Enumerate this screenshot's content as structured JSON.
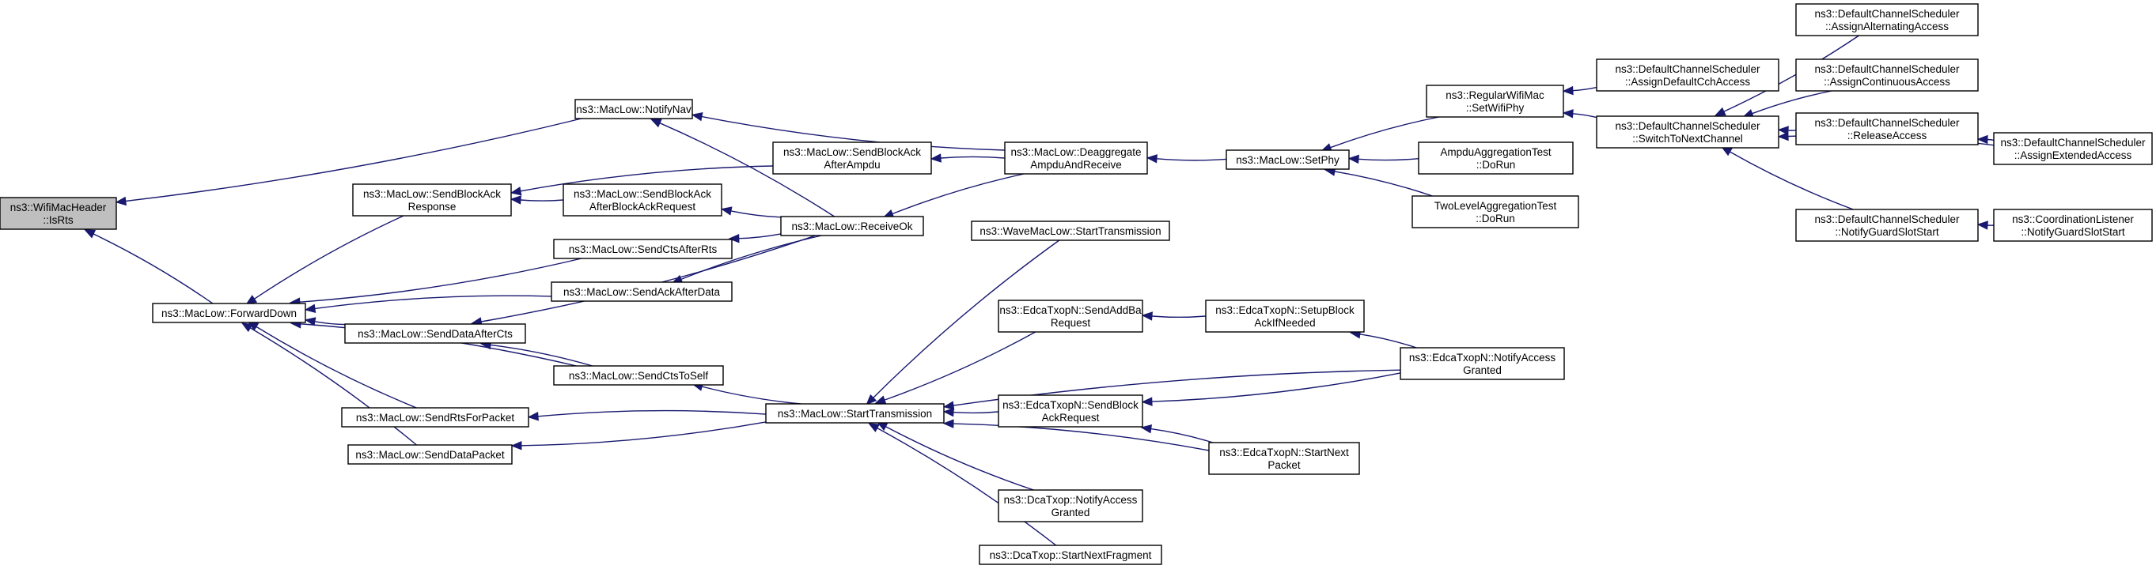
{
  "nodes": [
    {
      "id": "isrts",
      "lines": [
        "ns3::WifiMacHeader",
        "::IsRts"
      ],
      "root": true
    },
    {
      "id": "forwarddown",
      "lines": [
        "ns3::MacLow::ForwardDown"
      ]
    },
    {
      "id": "notifynav",
      "lines": [
        "ns3::MacLow::NotifyNav"
      ]
    },
    {
      "id": "sendblockackresp",
      "lines": [
        "ns3::MacLow::SendBlockAck",
        "Response"
      ]
    },
    {
      "id": "sendblockackafterreq",
      "lines": [
        "ns3::MacLow::SendBlockAck",
        "AfterBlockAckRequest"
      ]
    },
    {
      "id": "sendblockackafterampdu",
      "lines": [
        "ns3::MacLow::SendBlockAck",
        "AfterAmpdu"
      ]
    },
    {
      "id": "sendctsafterrts",
      "lines": [
        "ns3::MacLow::SendCtsAfterRts"
      ]
    },
    {
      "id": "sendackafterdata",
      "lines": [
        "ns3::MacLow::SendAckAfterData"
      ]
    },
    {
      "id": "senddataaftercts",
      "lines": [
        "ns3::MacLow::SendDataAfterCts"
      ]
    },
    {
      "id": "sendctstoself",
      "lines": [
        "ns3::MacLow::SendCtsToSelf"
      ]
    },
    {
      "id": "sendrtsforpacket",
      "lines": [
        "ns3::MacLow::SendRtsForPacket"
      ]
    },
    {
      "id": "senddatapacket",
      "lines": [
        "ns3::MacLow::SendDataPacket"
      ]
    },
    {
      "id": "receiveok",
      "lines": [
        "ns3::MacLow::ReceiveOk"
      ]
    },
    {
      "id": "deaggregate",
      "lines": [
        "ns3::MacLow::Deaggregate",
        "AmpduAndReceive"
      ]
    },
    {
      "id": "setphy",
      "lines": [
        "ns3::MacLow::SetPhy"
      ]
    },
    {
      "id": "regularsetwifiphy",
      "lines": [
        "ns3::RegularWifiMac",
        "::SetWifiPhy"
      ]
    },
    {
      "id": "ampdutest",
      "lines": [
        "AmpduAggregationTest",
        "::DoRun"
      ]
    },
    {
      "id": "twoleveltest",
      "lines": [
        "TwoLevelAggregationTest",
        "::DoRun"
      ]
    },
    {
      "id": "assigndefaultcch",
      "lines": [
        "ns3::DefaultChannelScheduler",
        "::AssignDefaultCchAccess"
      ]
    },
    {
      "id": "switchtonext",
      "lines": [
        "ns3::DefaultChannelScheduler",
        "::SwitchToNextChannel"
      ]
    },
    {
      "id": "assignalternating",
      "lines": [
        "ns3::DefaultChannelScheduler",
        "::AssignAlternatingAccess"
      ]
    },
    {
      "id": "assigncontinuous",
      "lines": [
        "ns3::DefaultChannelScheduler",
        "::AssignContinuousAccess"
      ]
    },
    {
      "id": "releaseaccess",
      "lines": [
        "ns3::DefaultChannelScheduler",
        "::ReleaseAccess"
      ]
    },
    {
      "id": "assignextended",
      "lines": [
        "ns3::DefaultChannelScheduler",
        "::AssignExtendedAccess"
      ]
    },
    {
      "id": "notifyguardslot",
      "lines": [
        "ns3::DefaultChannelScheduler",
        "::NotifyGuardSlotStart"
      ]
    },
    {
      "id": "coordnotifyguard",
      "lines": [
        "ns3::CoordinationListener",
        "::NotifyGuardSlotStart"
      ]
    },
    {
      "id": "starttransmission",
      "lines": [
        "ns3::MacLow::StartTransmission"
      ]
    },
    {
      "id": "wavestarttx",
      "lines": [
        "ns3::WaveMacLow::StartTransmission"
      ]
    },
    {
      "id": "sendaddba",
      "lines": [
        "ns3::EdcaTxopN::SendAddBa",
        "Request"
      ]
    },
    {
      "id": "setupblockack",
      "lines": [
        "ns3::EdcaTxopN::SetupBlock",
        "AckIfNeeded"
      ]
    },
    {
      "id": "edcanotifyaccess",
      "lines": [
        "ns3::EdcaTxopN::NotifyAccess",
        "Granted"
      ]
    },
    {
      "id": "edcasendblockackreq",
      "lines": [
        "ns3::EdcaTxopN::SendBlock",
        "AckRequest"
      ]
    },
    {
      "id": "edcastartnext",
      "lines": [
        "ns3::EdcaTxopN::StartNext",
        "Packet"
      ]
    },
    {
      "id": "dcanotifyaccess",
      "lines": [
        "ns3::DcaTxop::NotifyAccess",
        "Granted"
      ]
    },
    {
      "id": "dcastartnextfrag",
      "lines": [
        "ns3::DcaTxop::StartNextFragment"
      ]
    }
  ],
  "edges": [
    {
      "from": "forwarddown",
      "to": "isrts"
    },
    {
      "from": "notifynav",
      "to": "isrts"
    },
    {
      "from": "sendblockackresp",
      "to": "forwarddown"
    },
    {
      "from": "sendctsafterrts",
      "to": "forwarddown"
    },
    {
      "from": "sendackafterdata",
      "to": "forwarddown"
    },
    {
      "from": "senddataaftercts",
      "to": "forwarddown"
    },
    {
      "from": "sendctstoself",
      "to": "forwarddown"
    },
    {
      "from": "sendrtsforpacket",
      "to": "forwarddown"
    },
    {
      "from": "senddatapacket",
      "to": "forwarddown"
    },
    {
      "from": "deaggregate",
      "to": "notifynav"
    },
    {
      "from": "receiveok",
      "to": "notifynav"
    },
    {
      "from": "sendblockackafterreq",
      "to": "sendblockackresp"
    },
    {
      "from": "sendblockackafterampdu",
      "to": "sendblockackresp"
    },
    {
      "from": "receiveok",
      "to": "sendblockackafterreq"
    },
    {
      "from": "deaggregate",
      "to": "sendblockackafterampdu"
    },
    {
      "from": "receiveok",
      "to": "sendctsafterrts"
    },
    {
      "from": "receiveok",
      "to": "sendackafterdata"
    },
    {
      "from": "receiveok",
      "to": "senddataaftercts"
    },
    {
      "from": "sendctstoself",
      "to": "senddataaftercts"
    },
    {
      "from": "starttransmission",
      "to": "sendctstoself"
    },
    {
      "from": "starttransmission",
      "to": "sendrtsforpacket"
    },
    {
      "from": "starttransmission",
      "to": "senddatapacket"
    },
    {
      "from": "deaggregate",
      "to": "receiveok"
    },
    {
      "from": "setphy",
      "to": "deaggregate"
    },
    {
      "from": "regularsetwifiphy",
      "to": "setphy"
    },
    {
      "from": "ampdutest",
      "to": "setphy"
    },
    {
      "from": "twoleveltest",
      "to": "setphy"
    },
    {
      "from": "assigndefaultcch",
      "to": "regularsetwifiphy"
    },
    {
      "from": "switchtonext",
      "to": "regularsetwifiphy"
    },
    {
      "from": "assignalternating",
      "to": "switchtonext"
    },
    {
      "from": "assigncontinuous",
      "to": "switchtonext"
    },
    {
      "from": "releaseaccess",
      "to": "switchtonext"
    },
    {
      "from": "assignextended",
      "to": "switchtonext"
    },
    {
      "from": "notifyguardslot",
      "to": "switchtonext"
    },
    {
      "from": "assignextended",
      "to": "releaseaccess"
    },
    {
      "from": "coordnotifyguard",
      "to": "notifyguardslot"
    },
    {
      "from": "wavestarttx",
      "to": "starttransmission"
    },
    {
      "from": "sendaddba",
      "to": "starttransmission"
    },
    {
      "from": "edcanotifyaccess",
      "to": "starttransmission"
    },
    {
      "from": "edcasendblockackreq",
      "to": "starttransmission"
    },
    {
      "from": "edcastartnext",
      "to": "starttransmission"
    },
    {
      "from": "dcanotifyaccess",
      "to": "starttransmission"
    },
    {
      "from": "dcastartnextfrag",
      "to": "starttransmission"
    },
    {
      "from": "setupblockack",
      "to": "sendaddba"
    },
    {
      "from": "edcanotifyaccess",
      "to": "setupblockack"
    },
    {
      "from": "edcanotifyaccess",
      "to": "edcasendblockackreq"
    },
    {
      "from": "edcastartnext",
      "to": "edcasendblockackreq"
    }
  ]
}
